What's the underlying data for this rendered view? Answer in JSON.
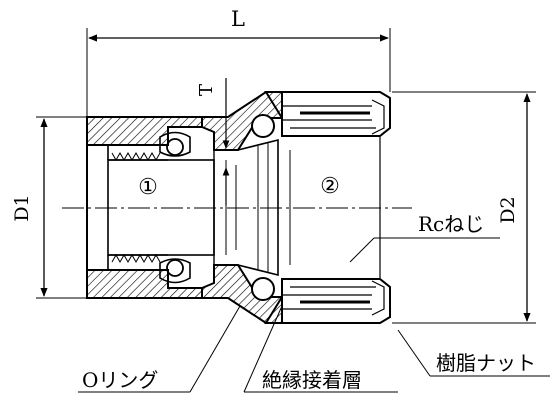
{
  "dimensions": {
    "length": "L",
    "wall_thickness": "T",
    "inner_diameter": "D1",
    "outer_diameter": "D2"
  },
  "zones": {
    "left": "①",
    "right": "②"
  },
  "callouts": {
    "thread": "Rcねじ",
    "o_ring": "Oリング",
    "insulation": "絶縁接着層",
    "nut": "樹脂ナット"
  }
}
